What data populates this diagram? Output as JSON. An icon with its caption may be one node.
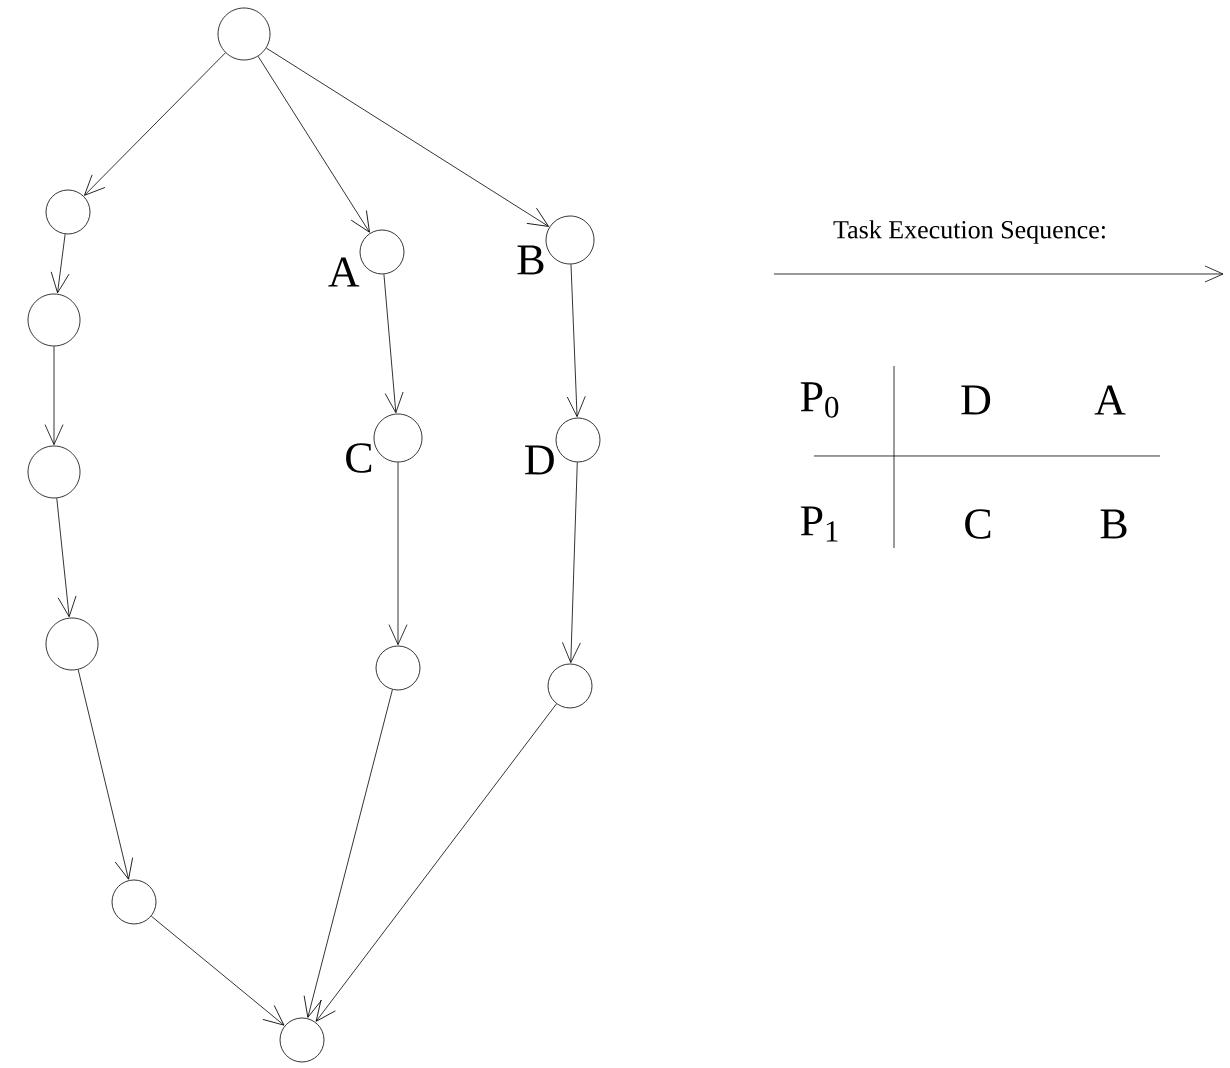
{
  "diagram": {
    "nodes": [
      {
        "text": [],
        "shape": "circle"
      },
      {
        "text": [],
        "shape": "circle"
      },
      {
        "text": [],
        "shape": "circle",
        "beside": [
          "B"
        ]
      },
      {
        "text": [],
        "shape": "circle",
        "beside": [
          "A"
        ]
      },
      {
        "text": [],
        "shape": "circle"
      },
      {
        "text": [],
        "shape": "circle",
        "beside": [
          "C"
        ]
      },
      {
        "text": [],
        "shape": "circle",
        "beside": [
          "D"
        ]
      },
      {
        "text": [],
        "shape": "circle"
      },
      {
        "text": [],
        "shape": "circle"
      },
      {
        "text": [],
        "shape": "circle"
      },
      {
        "text": [],
        "shape": "circle"
      },
      {
        "text": [],
        "shape": "circle"
      },
      {
        "text": [],
        "shape": "circle"
      }
    ],
    "edges": [
      {
        "from": 0,
        "to": 1,
        "arrow": "to"
      },
      {
        "from": 0,
        "to": 3,
        "arrow": "to"
      },
      {
        "from": 0,
        "to": 2,
        "arrow": "to"
      },
      {
        "from": 1,
        "to": 4,
        "arrow": "to"
      },
      {
        "from": 4,
        "to": 7,
        "arrow": "to"
      },
      {
        "from": 7,
        "to": 8,
        "arrow": "to"
      },
      {
        "from": 8,
        "to": 11,
        "arrow": "to"
      },
      {
        "from": 11,
        "to": 12,
        "arrow": "to"
      },
      {
        "from": 3,
        "to": 5,
        "arrow": "to"
      },
      {
        "from": 5,
        "to": 9,
        "arrow": "to"
      },
      {
        "from": 9,
        "to": 12,
        "arrow": "to"
      },
      {
        "from": 2,
        "to": 6,
        "arrow": "to"
      },
      {
        "from": 6,
        "to": 10,
        "arrow": "to"
      },
      {
        "from": 10,
        "to": 12,
        "arrow": "to"
      }
    ],
    "labels": [
      "Task Execution Sequence:",
      "P$_{0}$",
      "D",
      "A",
      "P$_{1}$",
      "C",
      "B"
    ]
  }
}
